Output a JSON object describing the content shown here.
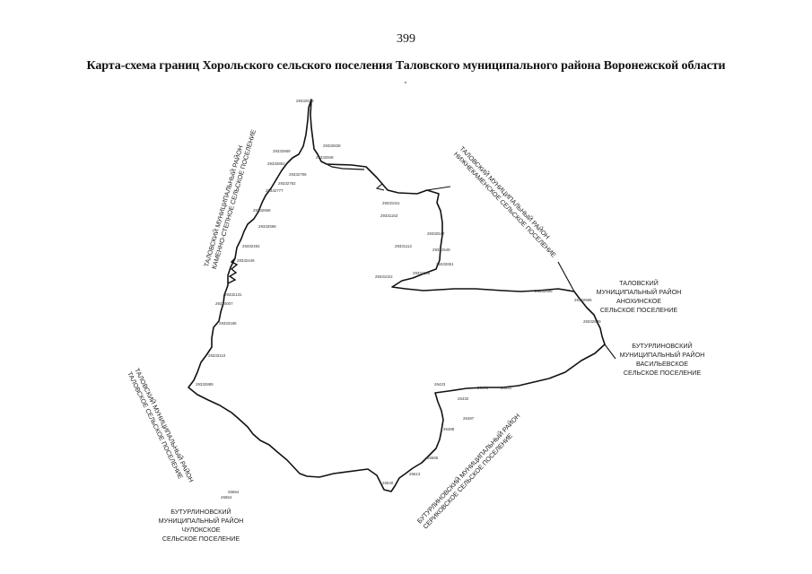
{
  "page": {
    "number": "399",
    "title": "Карта-схема границ Хорольского сельского поселения Таловского муниципального района Воронежской области"
  },
  "regions": {
    "kamenno_stepnoe": [
      "ТАЛОВСКИЙ МУНИЦИПАЛЬНЫЙ РАЙОН",
      "КАМЕННО-СТЕПНОЕ СЕЛЬСКОЕ ПОСЕЛЕНИЕ"
    ],
    "nizhnekamenskoe": [
      "ТАЛОВСКИЙ МУНИЦИПАЛЬНЫЙ РАЙОН",
      "НИЖНЕКАМЕНСКОЕ СЕЛЬСКОЕ ПОСЕЛЕНИЕ"
    ],
    "anokhinskoe": [
      "ТАЛОВСКИЙ",
      "МУНИЦИПАЛЬНЫЙ РАЙОН",
      "АНОХИНСКОЕ",
      "СЕЛЬСКОЕ ПОСЕЛЕНИЕ"
    ],
    "vasilyevskoe": [
      "БУТУРЛИНОВСКИЙ",
      "МУНИЦИПАЛЬНЫЙ РАЙОН",
      "ВАСИЛЬЕВСКОЕ",
      "СЕЛЬСКОЕ ПОСЕЛЕНИЕ"
    ],
    "talovskoe": [
      "ТАЛОВСКИЙ МУНИЦИПАЛЬНЫЙ РАЙОН",
      "ТАЛОВСКОЕ СЕЛЬСКОЕ ПОСЕЛЕНИЕ"
    ],
    "serikovskoe": [
      "БУТУРЛИНОВСКИЙ МУНИЦИПАЛЬНЫЙ РАЙОН",
      "СЕРИКОВСКОЕ СЕЛЬСКОЕ ПОСЕЛЕНИЕ"
    ],
    "chulokskoe": [
      "БУТУРЛИНОВСКИЙ",
      "МУНИЦИПАЛЬНЫЙ РАЙОН",
      "ЧУЛОКСКОЕ",
      "СЕЛЬСКОЕ ПОСЕЛЕНИЕ"
    ]
  },
  "point_labels": [
    "29332573",
    "29332869",
    "29332838",
    "29332848",
    "29332862",
    "29332796",
    "29332782",
    "29332777",
    "29332668",
    "29332599",
    "29332492",
    "29332449",
    "29332131",
    "29331153",
    "29331112",
    "29331022",
    "29331106",
    "29331041",
    "26401",
    "26423",
    "26432",
    "26481",
    "26487",
    "26488",
    "26586",
    "26613",
    "26640",
    "26654",
    "26654",
    "29332889",
    "29333110",
    "29333186",
    "29334007",
    "29332686",
    "29332696",
    "29332609",
    "29332547",
    "29332549",
    "29332651"
  ]
}
